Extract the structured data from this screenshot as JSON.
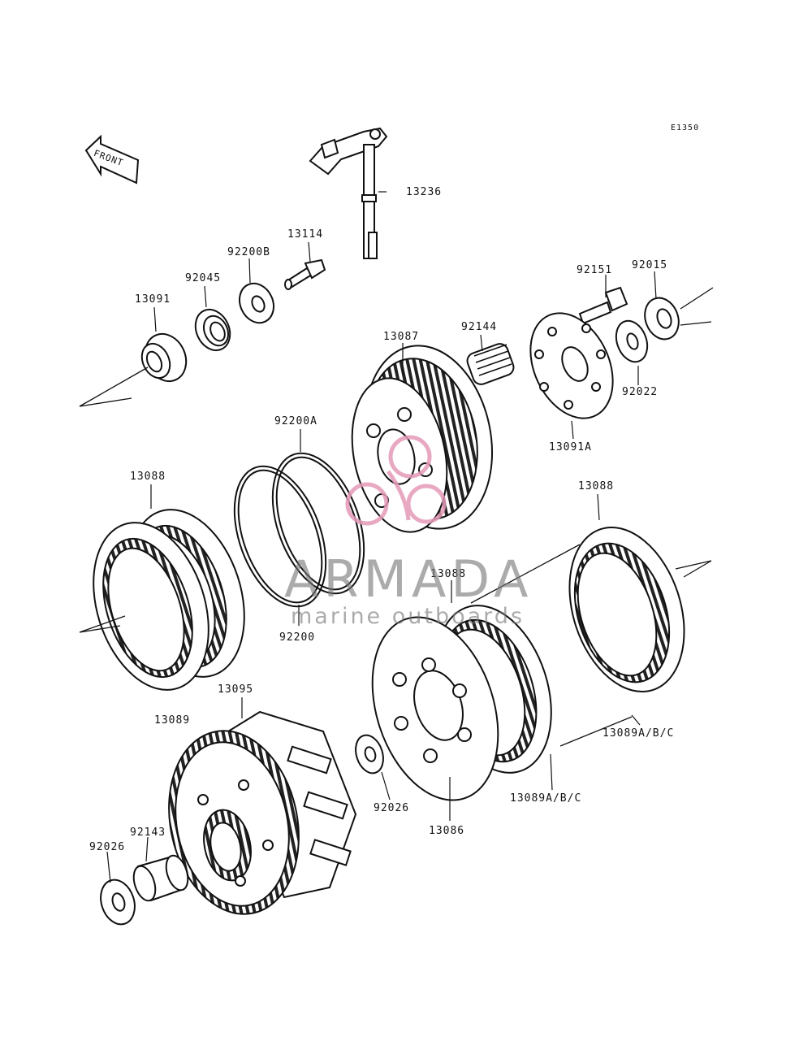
{
  "diagram_code": "E1350",
  "front_arrow_text": "FRONT",
  "watermark": {
    "title": "ARMADA",
    "subtitle": "marine outboards",
    "logo_color": "#e59ab8",
    "text_color": "#8c8c8c"
  },
  "parts": {
    "p13236": "13236",
    "p13114": "13114",
    "p92200B": "92200B",
    "p92045": "92045",
    "p13091": "13091",
    "p92151": "92151",
    "p92015": "92015",
    "p92144": "92144",
    "p13087": "13087",
    "p92022": "92022",
    "p13091A": "13091A",
    "p92200A": "92200A",
    "p13088_left": "13088",
    "p13088_right": "13088",
    "p13088_mid": "13088",
    "p92200": "92200",
    "p13095": "13095",
    "p13089": "13089",
    "p13089ABC_right": "13089A/B/C",
    "p13089ABC_mid": "13089A/B/C",
    "p92026_mid": "92026",
    "p13086": "13086",
    "p92143": "92143",
    "p92026_left": "92026"
  }
}
